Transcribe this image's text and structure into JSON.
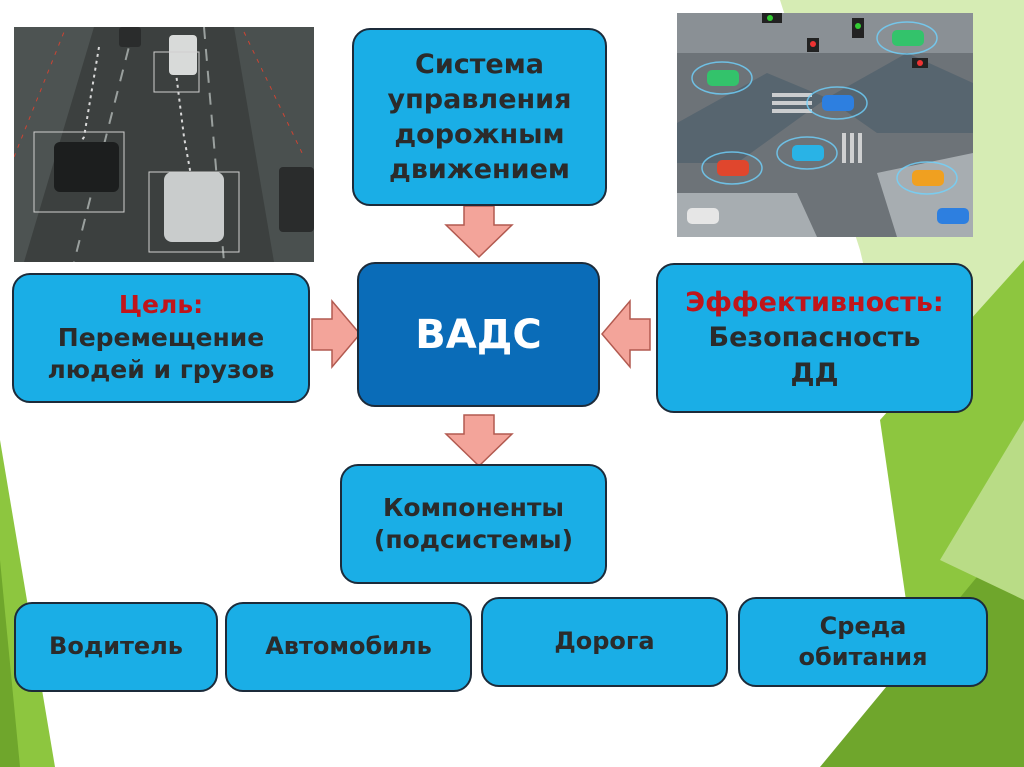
{
  "diagram": {
    "system": [
      "Система",
      "управления",
      "дорожным",
      "движением"
    ],
    "center": "ВАДС",
    "goal": {
      "title": "Цель:",
      "lines": [
        "Перемещение",
        "людей и грузов"
      ]
    },
    "efficiency": {
      "title": "Эффективность:",
      "lines": [
        "Безопасность",
        "ДД"
      ]
    },
    "components": [
      "Компоненты",
      "(подсистемы)"
    ],
    "subsystems": {
      "driver": "Водитель",
      "car": "Автомобиль",
      "road": "Дорога",
      "environment": [
        "Среда",
        "обитания"
      ]
    }
  },
  "colors": {
    "box": "#1aaee6",
    "center": "#0a6cb8",
    "arrow": "#f3a49a",
    "accent_red": "#c0151b",
    "green": "#8dc63f"
  }
}
